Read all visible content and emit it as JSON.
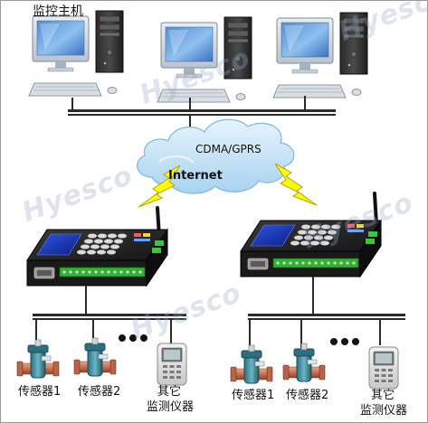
{
  "title": "监控主机",
  "network": {
    "cloud_label": "Internet",
    "link_label": "CDMA/GPRS"
  },
  "watermark": "Hyesco",
  "left_station": {
    "sensor_1": "传感器1",
    "sensor_2": "传感器2",
    "other_line1": "其它",
    "other_line2": "监测仪器"
  },
  "right_station": {
    "sensor_1": "传感器1",
    "sensor_2": "传感器2",
    "other_line1": "其它",
    "other_line2": "监测仪器"
  },
  "colors": {
    "bus_line": "#2a2a2a",
    "cloud": "#bfe0f6",
    "lightning": "#ffff00",
    "lightning_stroke": "#b8a000",
    "rtu_screen": "#1c3cc8",
    "rtu_body": "#1b1b1b",
    "terminal_green": "#39c63a",
    "pipe": "#d08060",
    "valve": "#3c8a9a",
    "watermark": "#96aac8"
  }
}
